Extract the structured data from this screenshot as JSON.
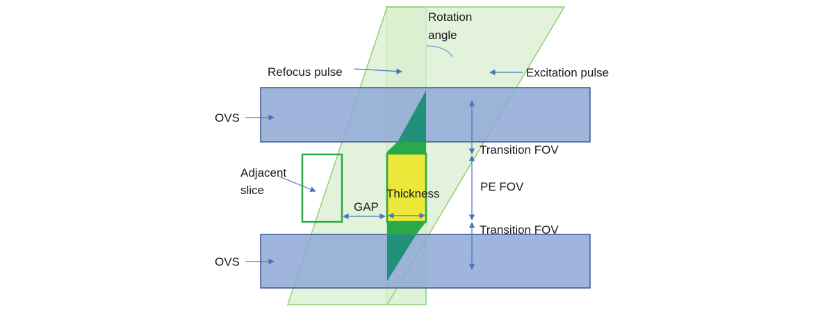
{
  "labels": {
    "rotation_angle_line1": "Rotation",
    "rotation_angle_line2": "angle",
    "refocus_pulse": "Refocus pulse",
    "excitation_pulse": "Excitation pulse",
    "ovs_top": "OVS",
    "ovs_bottom": "OVS",
    "transition_fov_top": "Transition FOV",
    "transition_fov_bottom": "Transition FOV",
    "pe_fov": "PE FOV",
    "adjacent_slice_line1": "Adjacent",
    "adjacent_slice_line2": "slice",
    "gap": "GAP",
    "thickness": "Thickness"
  },
  "colors": {
    "band_fill": "#d9efcf",
    "band_stroke": "#8fcf6f",
    "ovs_fill": "#8fa8d6",
    "ovs_stroke": "#3a5790",
    "overlap_dark": "#22907a",
    "overlap_green": "#2aa84a",
    "thickness_fill": "#ebe83a",
    "slice_stroke": "#2aa84a",
    "arrow": "#4a72c0",
    "angle_arc": "#6b9bd6"
  }
}
